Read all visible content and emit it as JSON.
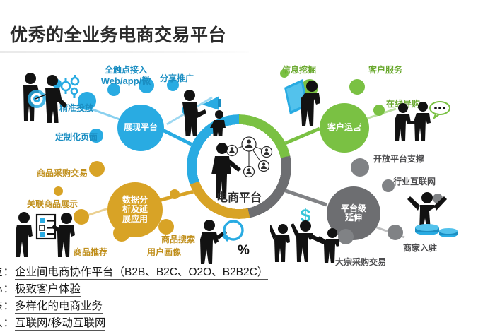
{
  "title": "优秀的全业务电商交易平台",
  "hub": {
    "label": "电商平台"
  },
  "nodes": {
    "display": {
      "label": "展现平台",
      "color": "#29abe2"
    },
    "customer": {
      "label": "客户运营",
      "color": "#7ac143"
    },
    "platform": {
      "label": "平台级\n延伸",
      "line1": "平台级",
      "line2": "延伸",
      "color": "#6d6e71"
    },
    "data": {
      "label": "数据分析及扩展应用",
      "line1": "数据分",
      "line2": "析及延",
      "line3": "展应用",
      "color": "#d8a326"
    }
  },
  "keywords": {
    "blue": [
      {
        "text": "全触点接入"
      },
      {
        "text": "Web/app/微"
      },
      {
        "text": "分享推广"
      },
      {
        "text": "精准投放"
      },
      {
        "text": "定制化页面"
      }
    ],
    "green": [
      {
        "text": "信息挖掘"
      },
      {
        "text": "客户服务"
      },
      {
        "text": "在线导购"
      }
    ],
    "gray": [
      {
        "text": "开放平台支撑"
      },
      {
        "text": "行业互联网"
      },
      {
        "text": "商家入驻"
      },
      {
        "text": "大宗采购交易"
      }
    ],
    "amber": [
      {
        "text": "商品采购交易"
      },
      {
        "text": "关联商品展示"
      },
      {
        "text": "商品搜索"
      },
      {
        "text": "商品推荐"
      },
      {
        "text": "用户画像"
      }
    ]
  },
  "bullets": [
    {
      "lead": "位：",
      "value": "企业间电商协作平台（B2B、B2C、O2O、B2B2C）"
    },
    {
      "lead": "心：",
      "value": "极致客户体验"
    },
    {
      "lead": "态：",
      "value": "多样化的电商业务"
    },
    {
      "lead": "入：",
      "value": "互联网/移动互联网"
    }
  ],
  "colors": {
    "blue": "#29abe2",
    "green": "#7ac143",
    "gray": "#6d6e71",
    "amber": "#d8a326",
    "title": "#2b2b2b",
    "figure": "#1a1a1a",
    "accent_cyan": "#36c6d9"
  },
  "icons": {
    "target": "target-icon",
    "gears": "gears-icon",
    "megaphone": "megaphone-icon",
    "tablet": "tablet-icon",
    "chat": "chat-bubble-icon",
    "dollar": "dollar-icon",
    "magnifier": "magnifier-percent-icon",
    "checklist": "checklist-icon",
    "podium": "podium-icon",
    "person": "person-icon"
  }
}
